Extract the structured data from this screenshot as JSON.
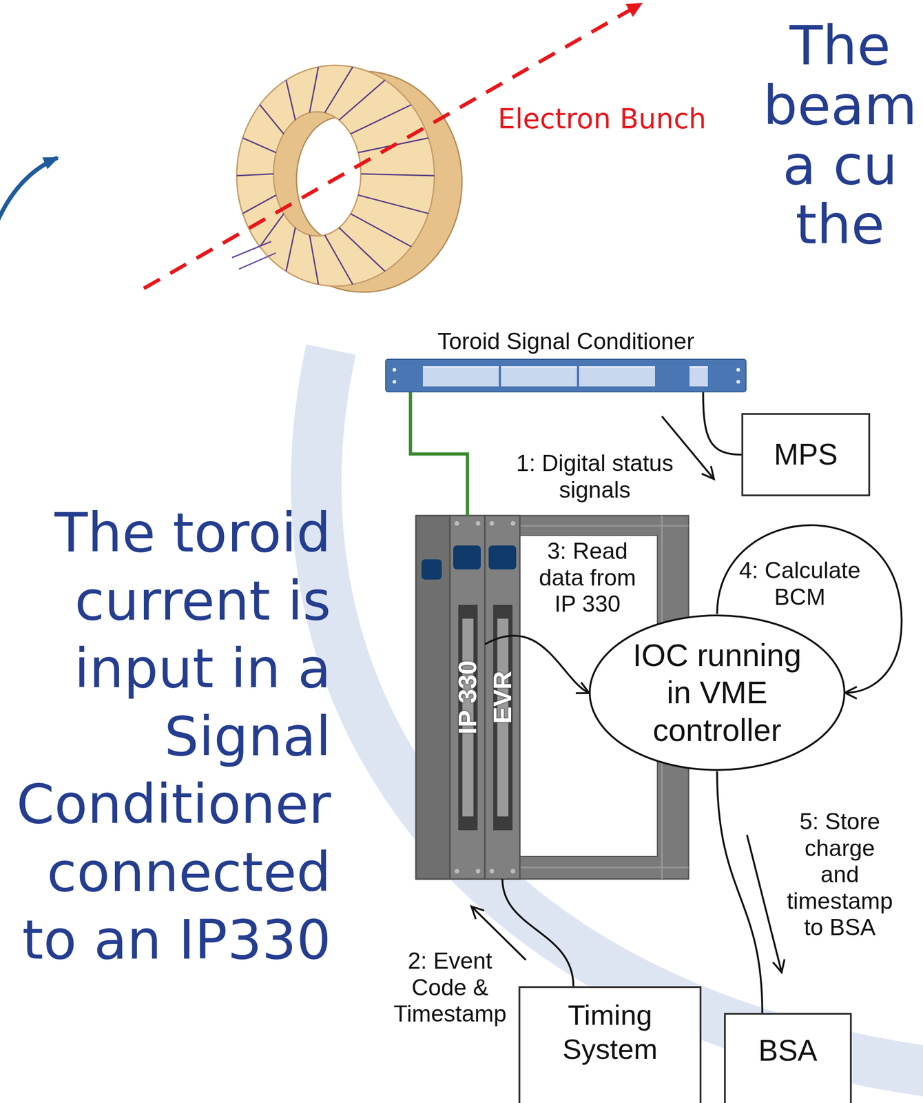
{
  "diagram": {
    "nodes": [
      {
        "text": [
          "Toroid Signal Conditioner"
        ]
      },
      {
        "text": [
          "MPS"
        ]
      },
      {
        "text": [
          "IP 330"
        ]
      },
      {
        "text": [
          "EVR"
        ]
      },
      {
        "text": [
          "IOC running in VME controller"
        ]
      },
      {
        "text": [
          "Timing System"
        ]
      },
      {
        "text": [
          "BSA"
        ]
      }
    ],
    "edges": [
      {
        "from": 0,
        "to": 1,
        "arrow": "none"
      },
      {
        "from": 0,
        "to": 2,
        "arrow": "none"
      },
      {
        "from": 2,
        "to": 4,
        "arrow": "to"
      },
      {
        "from": 4,
        "to": 4,
        "arrow": "to"
      },
      {
        "from": 5,
        "to": 3,
        "arrow": "none"
      },
      {
        "from": 4,
        "to": 6,
        "arrow": "none"
      }
    ],
    "labels": [
      "Electron Bunch",
      "The beam a cu the",
      "The toroid current is input in a Signal Conditioner connected to an IP330",
      "1: Digital status signals",
      "3: Read data from IP 330",
      "4: Calculate BCM",
      "5: Store charge and timestamp to BSA",
      "2: Event Code & Timestamp"
    ]
  }
}
